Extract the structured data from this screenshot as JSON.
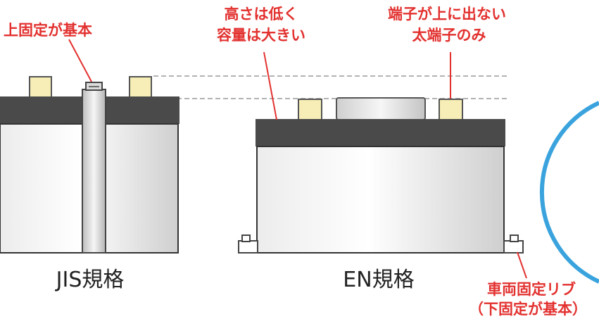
{
  "annotations": {
    "top_fixing": "上固定が基本",
    "low_height_line1": "高さは低く",
    "low_height_line2": "容量は大きい",
    "terminal_line1": "端子が上に出ない",
    "terminal_line2": "太端子のみ",
    "rib_line1": "車両固定リブ",
    "rib_line2": "（下固定が基本）"
  },
  "labels": {
    "jis": "JIS規格",
    "en": "EN規格"
  },
  "colors": {
    "accent_red": "#e2312f",
    "battery_top": "#4a4a4a",
    "terminal": "#f6eeb6",
    "dashed_line": "#999999",
    "circle_blue": "#3aa3dd"
  }
}
